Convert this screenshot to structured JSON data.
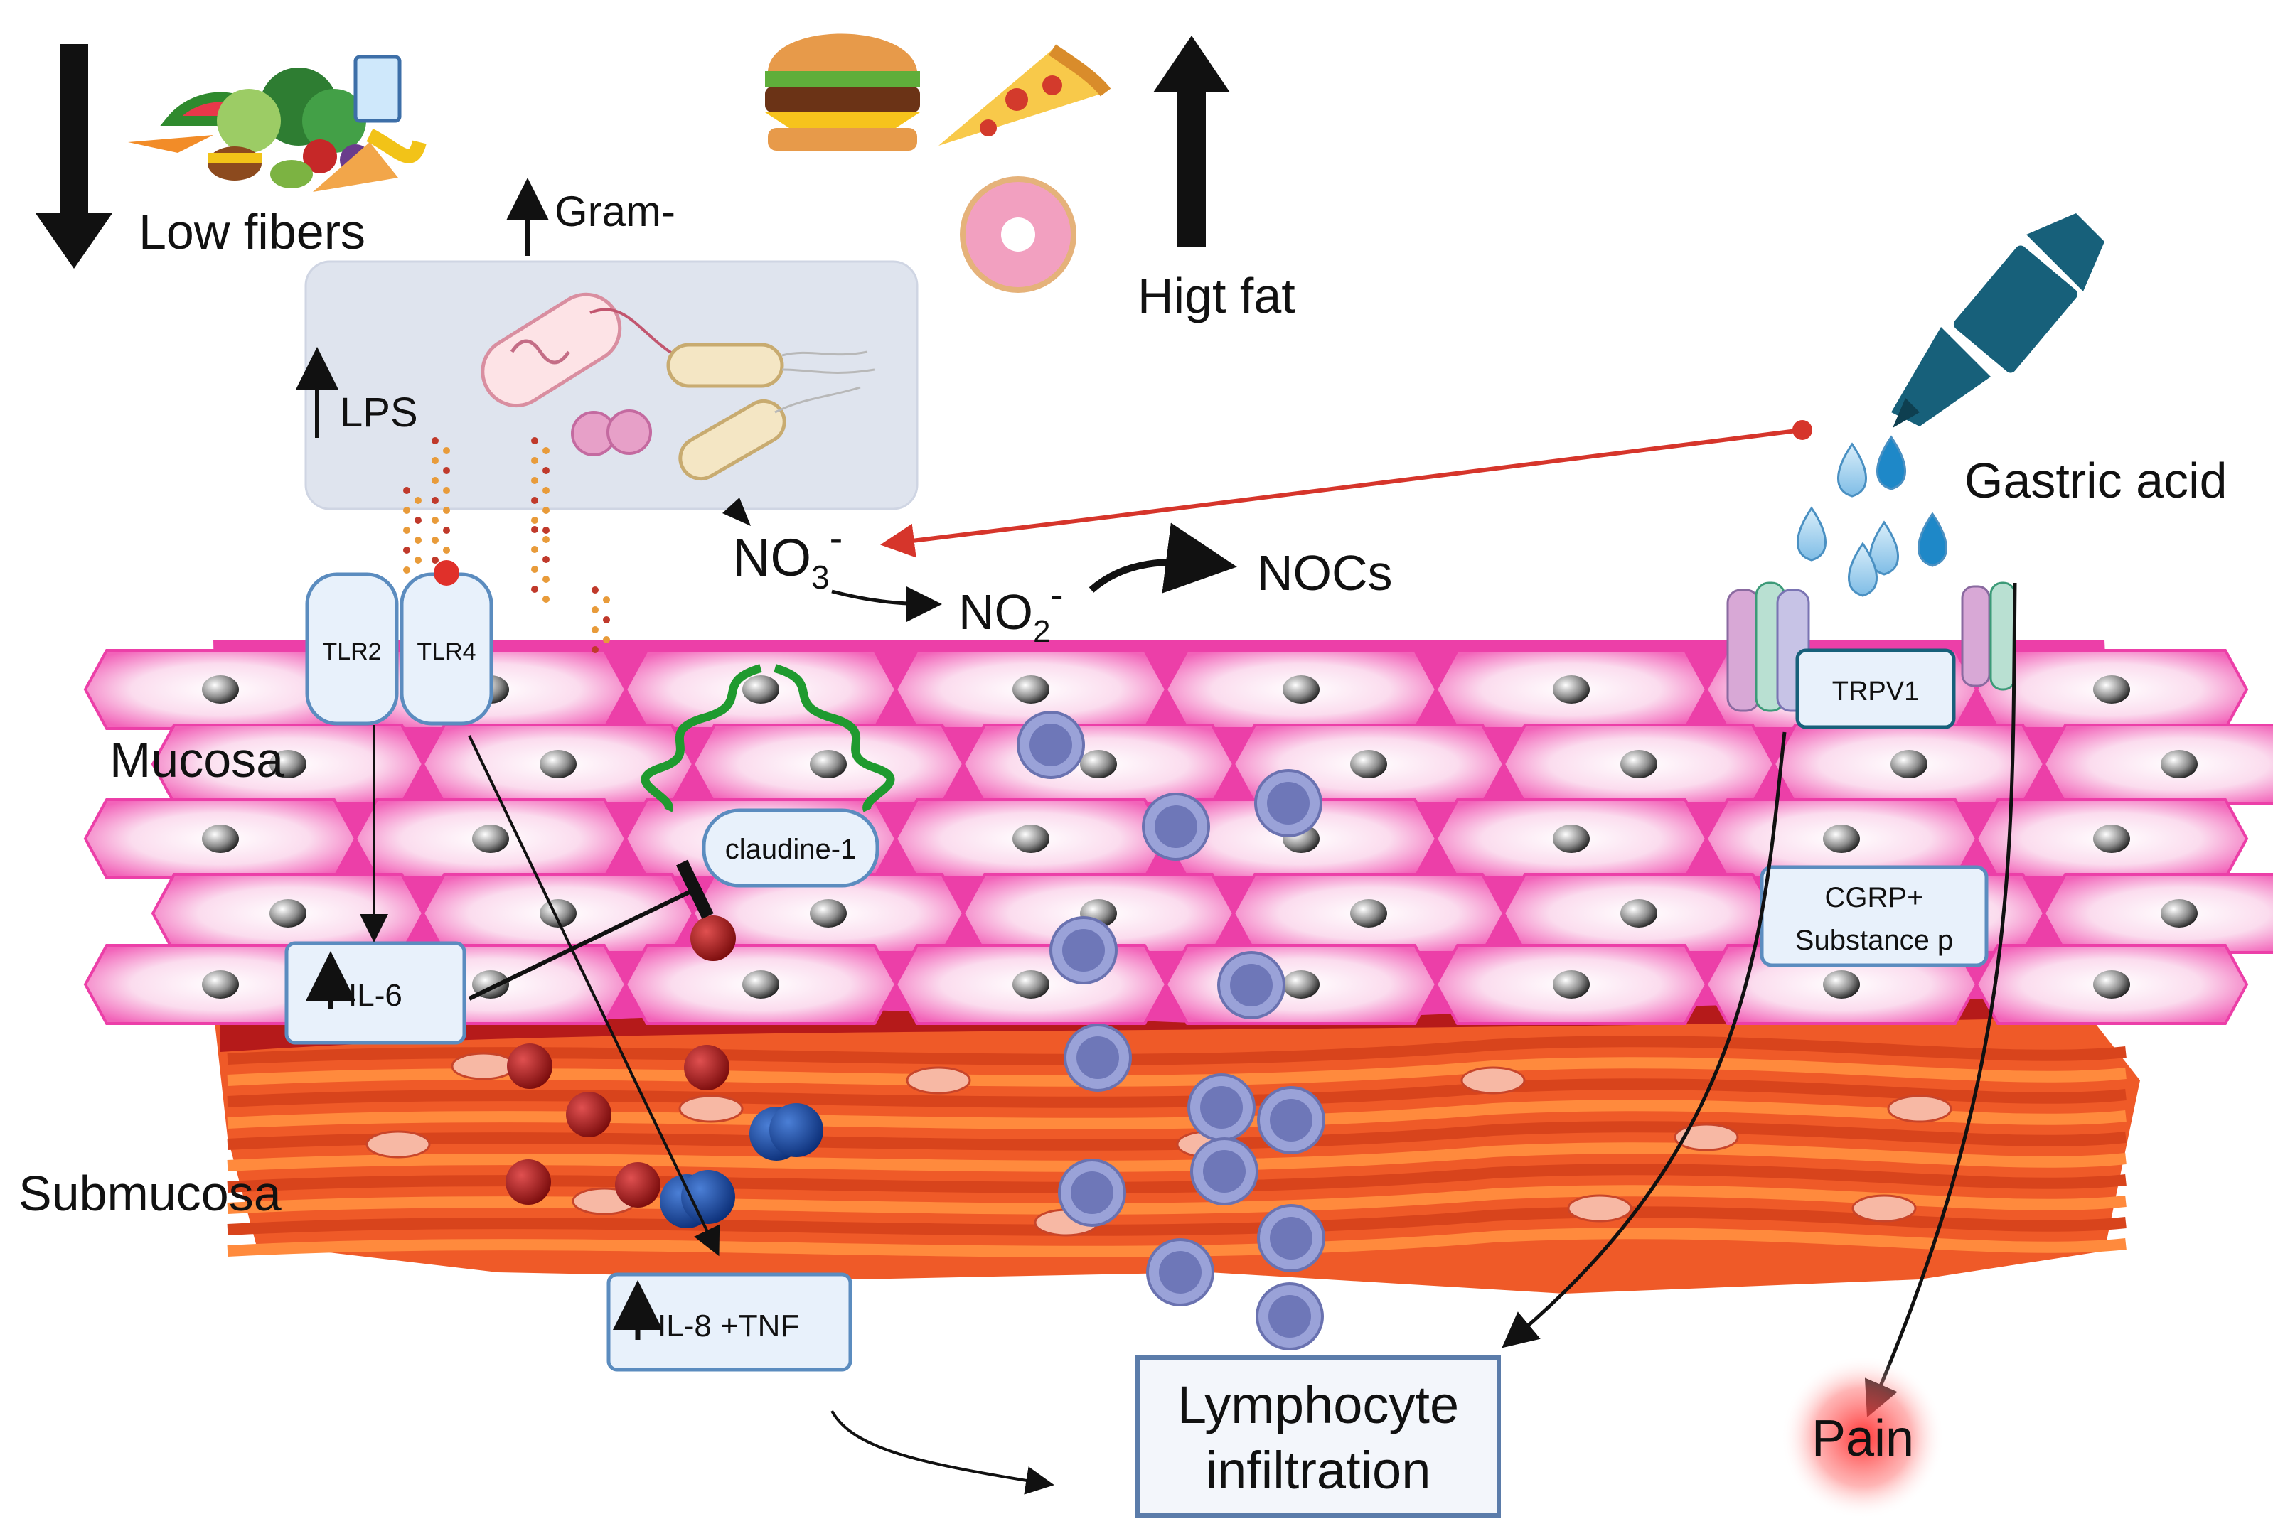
{
  "diet": {
    "low_fibers": "Low fibers",
    "high_fat": "Higt fat"
  },
  "bacteria": {
    "gram_neg": "Gram-",
    "lps": "LPS"
  },
  "receptors": {
    "tlr2": "TLR2",
    "tlr4": "TLR4",
    "trpv1": "TRPV1"
  },
  "chemistry": {
    "no3": "NO",
    "no3_sub": "3",
    "no3_sup": "-",
    "no2": "NO",
    "no2_sub": "2",
    "no2_sup": "-",
    "nocs": "NOCs",
    "gastric_acid": "Gastric acid"
  },
  "tissue": {
    "mucosa": "Mucosa",
    "submucosa": "Submucosa"
  },
  "proteins": {
    "claudine": "claudine-1",
    "il6": "IL-6",
    "il8_tnf": "IL-8 +TNF",
    "cgrp": "CGRP+",
    "substance_p": "Substance p"
  },
  "outcomes": {
    "lymph_line1": "Lymphocyte",
    "lymph_line2": "infiltration",
    "pain": "Pain"
  },
  "colors": {
    "mucosa_cell": "#f9c6e2",
    "mucosa_border": "#ec3fa8",
    "submucosa": "#ef5a28",
    "lymphocyte": "#8a93c9",
    "red_cell": "#a31414",
    "blue_cell": "#1f4fa6",
    "label_box": "#e8f1fb",
    "label_border": "#5b8cbf",
    "gastric_arrow": "#d6352b",
    "pipette": "#17607a"
  }
}
